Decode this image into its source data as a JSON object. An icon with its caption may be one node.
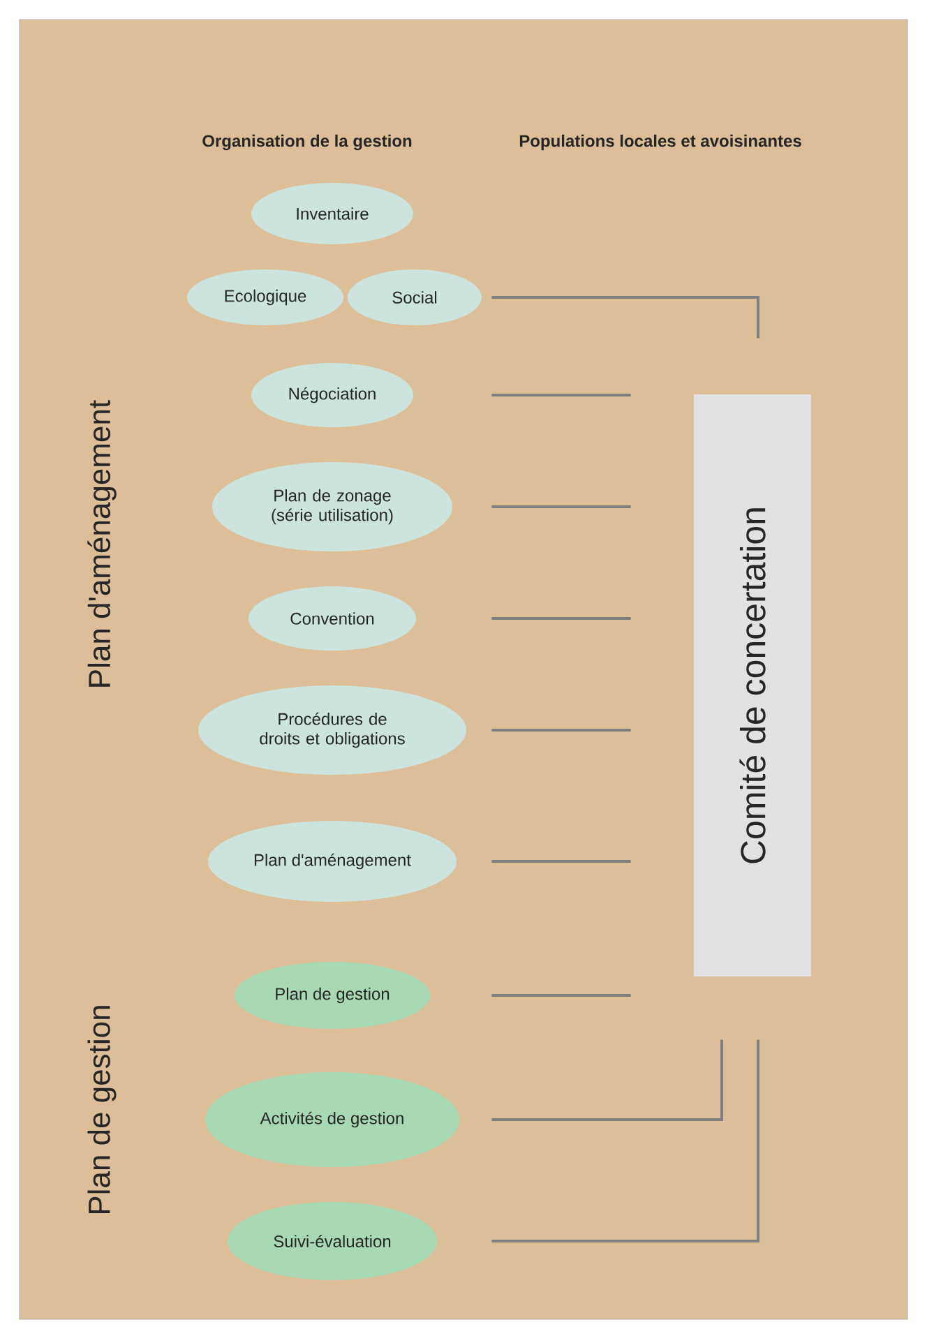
{
  "diagram": {
    "nodes": [
      {
        "text": [
          "Inventaire"
        ]
      },
      {
        "text": [
          "Ecologique"
        ]
      },
      {
        "text": [
          "Social"
        ]
      },
      {
        "text": [
          "Négociation"
        ]
      },
      {
        "text": [
          "Plan de zonage (série utilisation)"
        ]
      },
      {
        "text": [
          "Convention"
        ]
      },
      {
        "text": [
          "Procédures de droits et obligations"
        ]
      },
      {
        "text": [
          "Plan d'aménagement"
        ]
      },
      {
        "text": [
          "Plan de gestion"
        ]
      },
      {
        "text": [
          "Activités de gestion"
        ]
      },
      {
        "text": [
          "Suivi-évaluation"
        ]
      },
      {
        "text": [
          "Comité de concertation"
        ]
      }
    ],
    "edges": [
      {
        "from": 2,
        "to": 11,
        "arrow": "none"
      },
      {
        "from": 3,
        "to": 11,
        "arrow": "none"
      },
      {
        "from": 4,
        "to": 11,
        "arrow": "none"
      },
      {
        "from": 5,
        "to": 11,
        "arrow": "none"
      },
      {
        "from": 6,
        "to": 11,
        "arrow": "none"
      },
      {
        "from": 7,
        "to": 11,
        "arrow": "none"
      },
      {
        "from": 8,
        "to": 11,
        "arrow": "none"
      },
      {
        "from": 9,
        "to": 11,
        "arrow": "none"
      },
      {
        "from": 10,
        "to": 11,
        "arrow": "none"
      }
    ],
    "labels": [
      "Organisation de la gestion",
      "Populations locales et avoisinantes",
      "Plan d'aménagement",
      "Plan de gestion"
    ]
  }
}
